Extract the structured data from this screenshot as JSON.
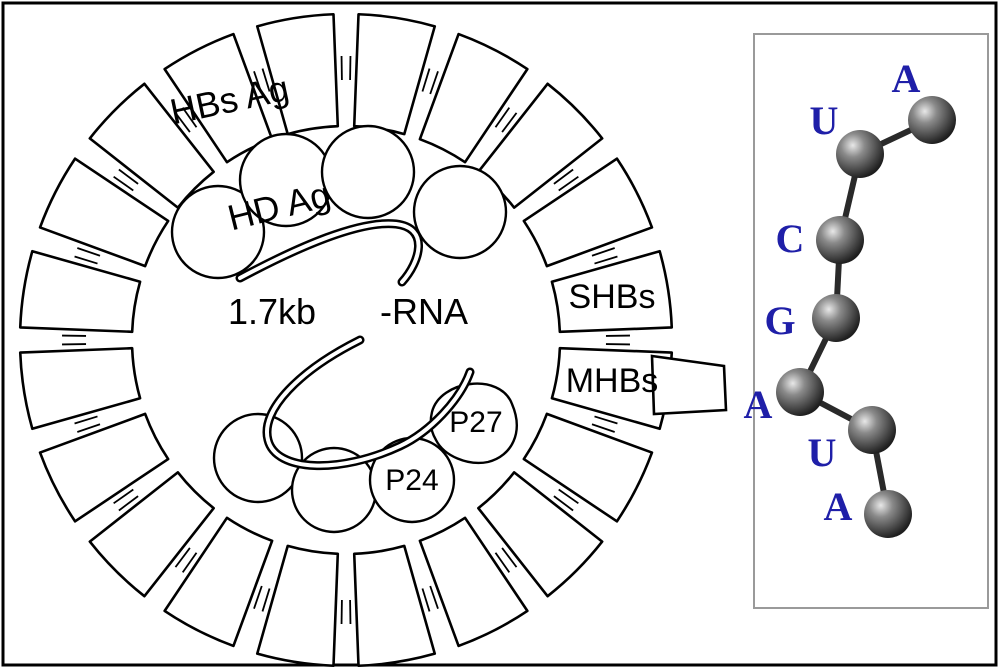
{
  "diagram": {
    "labels": {
      "hbs_ag": "HBs Ag",
      "hd_ag": "HD Ag",
      "rna_size": "1.7kb",
      "rna_type": "-RNA",
      "shbs": "SHBs",
      "mhbs": "MHBs",
      "p27": "P27",
      "p24": "P24"
    },
    "ribozyme_sequence": [
      "A",
      "U",
      "C",
      "G",
      "A",
      "U",
      "A"
    ],
    "colors": {
      "line": "#000000",
      "nucleotide_letter": "#1f1fa8",
      "sphere": "#444444",
      "panel_border": "#9a9a9a"
    }
  }
}
